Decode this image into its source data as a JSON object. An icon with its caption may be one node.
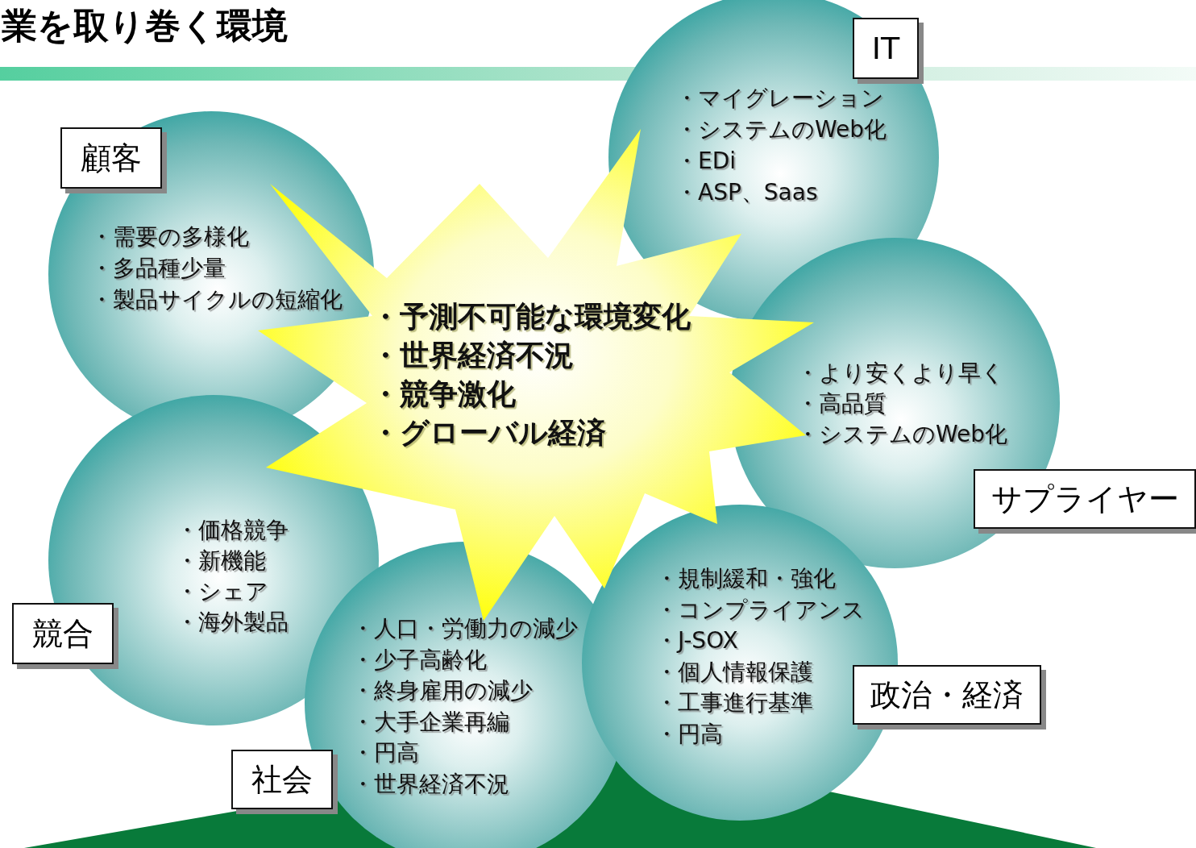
{
  "diagram": {
    "title": "業を取り巻く環境",
    "nodes": [
      {
        "text": [
          "顧客",
          "・需要の多様化",
          "・多品種少量",
          "・製品サイクルの短縮化"
        ]
      },
      {
        "text": [
          "IT",
          "・マイグレーション",
          "・システムのWeb化",
          "・EDi",
          "・ASP、Saas"
        ]
      },
      {
        "text": [
          "・予測不可能な環境変化",
          "・世界経済不況",
          "・競争激化",
          "・グローバル経済"
        ]
      },
      {
        "text": [
          "サプライヤー",
          "・より安くより早く",
          "・高品質",
          "・システムのWeb化"
        ]
      },
      {
        "text": [
          "競合",
          "・価格競争",
          "・新機能",
          "・シェア",
          "・海外製品"
        ]
      },
      {
        "text": [
          "社会",
          "・人口・労働力の減少",
          "・少子高齢化",
          "・終身雇用の減少",
          "・大手企業再編",
          "・円高",
          "・世界経済不況"
        ]
      },
      {
        "text": [
          "政治・経済",
          "・規制緩和・強化",
          "・コンプライアンス",
          "・J-SOX",
          "・個人情報保護",
          "・工事進行基準",
          "・円高"
        ]
      }
    ],
    "edges": []
  }
}
